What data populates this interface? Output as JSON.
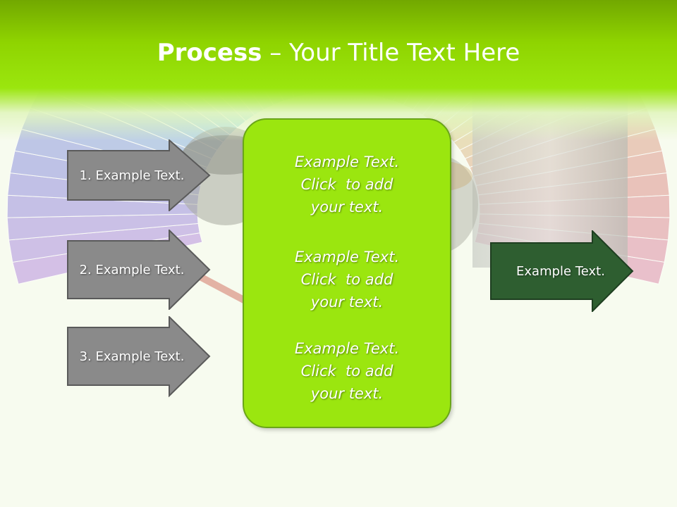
{
  "title": {
    "bold": "Process",
    "rest": " – Your Title Text Here"
  },
  "steps": [
    {
      "label": "1. Example Text."
    },
    {
      "label": "2. Example Text."
    },
    {
      "label": "3. Example Text."
    }
  ],
  "center_box": {
    "blocks": [
      {
        "lines": [
          "Example Text.",
          "Click  to add",
          "your text."
        ]
      },
      {
        "lines": [
          "Example Text.",
          "Click  to add",
          "your text."
        ]
      },
      {
        "lines": [
          "Example Text.",
          "Click  to add",
          "your text."
        ]
      }
    ]
  },
  "result": {
    "label": "Example Text."
  },
  "colors": {
    "header_green": "#8fd400",
    "box_green": "#9be60f",
    "step_gray": "#8a8a8a",
    "result_dark_green": "#2e5e30"
  }
}
